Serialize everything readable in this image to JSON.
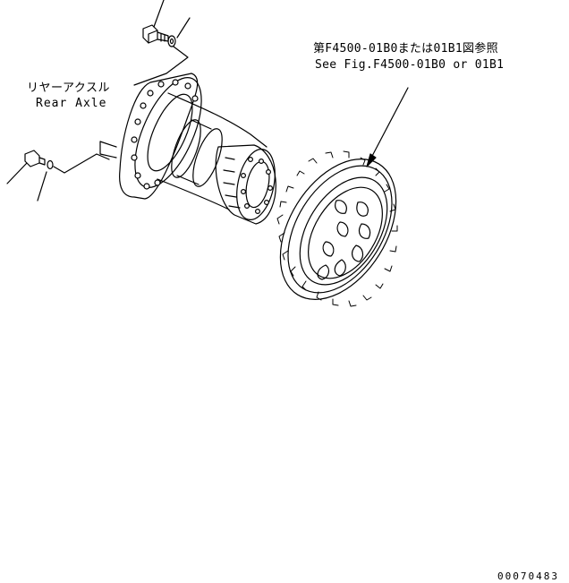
{
  "labels": {
    "rear_axle_jp": "リヤーアクスル",
    "rear_axle_en": "Rear Axle",
    "reference_jp": "第F4500-01B0または01B1図参照",
    "reference_en": "See Fig.F4500-01B0 or 01B1"
  },
  "drawing_number": "00070483",
  "colors": {
    "line": "#000000",
    "background": "#ffffff"
  }
}
